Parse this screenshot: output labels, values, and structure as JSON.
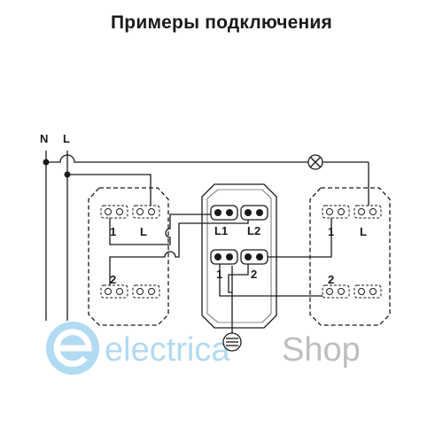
{
  "title": "Примеры подключения",
  "bus_labels": {
    "neutral": "N",
    "line": "L"
  },
  "left_switch": {
    "terminal_1": "1",
    "terminal_l": "L",
    "terminal_2": "2"
  },
  "center_switch": {
    "terminal_l1": "L1",
    "terminal_l2": "L2",
    "terminal_1": "1",
    "terminal_2": "2"
  },
  "right_switch": {
    "terminal_1": "1",
    "terminal_l": "L",
    "terminal_2": "2"
  },
  "watermark": {
    "part1": "electrica",
    "part2": "Shop",
    "color1": "#a9d7f2",
    "color2": "#b8b8b8"
  },
  "colors": {
    "wire": "#1a1a1a",
    "plate": "#f2f2f2"
  },
  "icons": {
    "lamp": "lamp-icon",
    "ground": "ground-icon",
    "logo": "watermark-e-icon"
  }
}
